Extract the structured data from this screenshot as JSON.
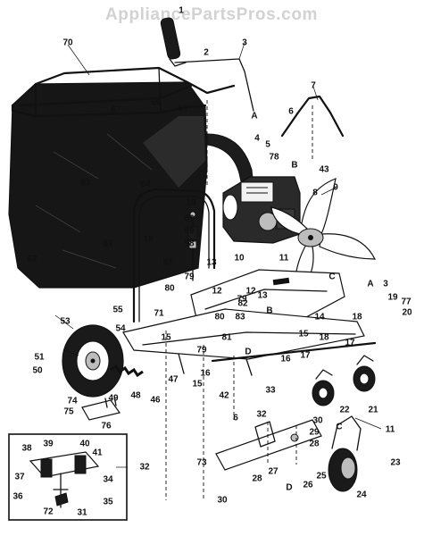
{
  "watermark": "AppliancePartsPros.com",
  "labels": {
    "n1": "1",
    "n2": "2",
    "n3": "3",
    "n4": "4",
    "n5": "5",
    "n6": "6",
    "n7": "7",
    "n8": "8",
    "n9": "9",
    "n10": "10",
    "n11": "11",
    "n12": "12",
    "n13": "13",
    "n14": "14",
    "n15": "15",
    "n16": "16",
    "n17": "17",
    "n18": "18",
    "n19": "19",
    "n20": "20",
    "n21": "21",
    "n22": "22",
    "n23": "23",
    "n24": "24",
    "n25": "25",
    "n26": "26",
    "n27": "27",
    "n28": "28",
    "n29": "29",
    "n30": "30",
    "n31": "31",
    "n32": "32",
    "n33": "33",
    "n34": "34",
    "n35": "35",
    "n36": "36",
    "n37": "37",
    "n38": "38",
    "n39": "39",
    "n40": "40",
    "n41": "41",
    "n42": "42",
    "n43": "43",
    "n46": "46",
    "n47": "47",
    "n48": "48",
    "n49": "49",
    "n50": "50",
    "n51": "51",
    "n53": "53",
    "n54": "54",
    "n55": "55",
    "n57": "57",
    "n58": "58",
    "n59": "59",
    "n61": "61",
    "n62": "62",
    "n63": "63",
    "n64": "64",
    "n66": "66",
    "n67": "67",
    "n69": "69",
    "n70": "70",
    "n71": "71",
    "n72": "72",
    "n73": "73",
    "n74": "74",
    "n75": "75",
    "n76": "76",
    "n77": "77",
    "n78": "78",
    "n79": "79",
    "n80": "80",
    "n81": "81",
    "n82": "82",
    "n83": "83",
    "A": "A",
    "B": "B",
    "C": "C",
    "D": "D"
  }
}
